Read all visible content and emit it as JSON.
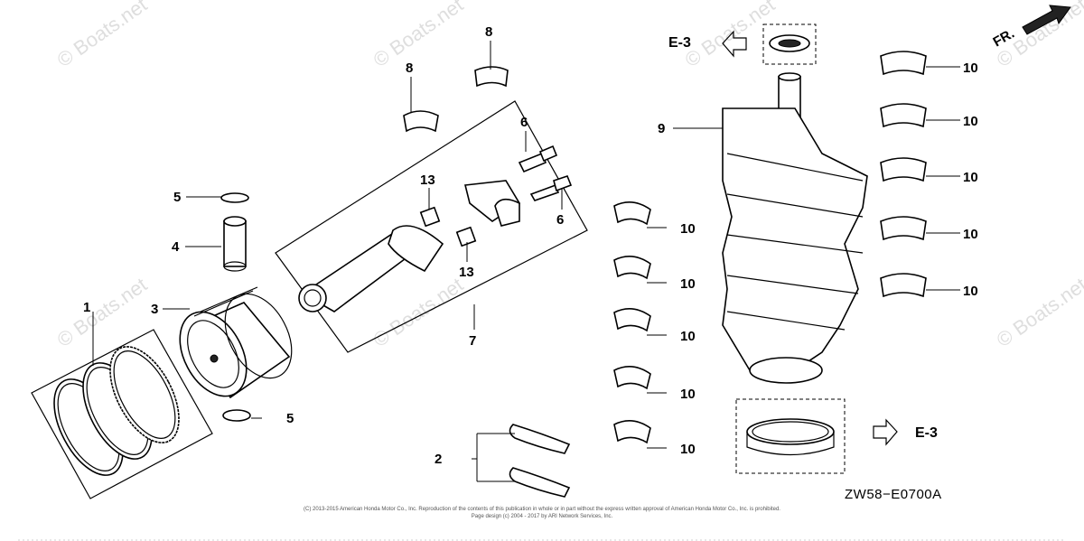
{
  "watermark_text": "© Boats.net",
  "direction_label": "FR.",
  "diagram_code": "ZW58−E0700A",
  "ref_labels": {
    "top": "E-3",
    "bottom": "E-3"
  },
  "footer": {
    "line1": "(C) 2013-2015 American Honda Motor Co., Inc. Reproduction of the contents of this publication in whole or in part without the express written approval of American Honda Motor Co., Inc. is prohibited.",
    "line2": "Page design (c) 2004 - 2017 by ARI Network Services, Inc."
  },
  "callouts": {
    "c1": "1",
    "c2": "2",
    "c3": "3",
    "c4": "4",
    "c5a": "5",
    "c5b": "5",
    "c6a": "6",
    "c6b": "6",
    "c7": "7",
    "c8a": "8",
    "c8b": "8",
    "c9": "9",
    "c10a": "10",
    "c10b": "10",
    "c10c": "10",
    "c10d": "10",
    "c10e": "10",
    "c10f": "10",
    "c10g": "10",
    "c10h": "10",
    "c10i": "10",
    "c10j": "10",
    "c13a": "13",
    "c13b": "13"
  },
  "colors": {
    "line": "#000000",
    "watermark": "#d4d4d4",
    "background": "#ffffff"
  },
  "icons": [
    "arrow-left-outline-icon",
    "arrow-right-outline-icon",
    "direction-arrow-icon"
  ]
}
